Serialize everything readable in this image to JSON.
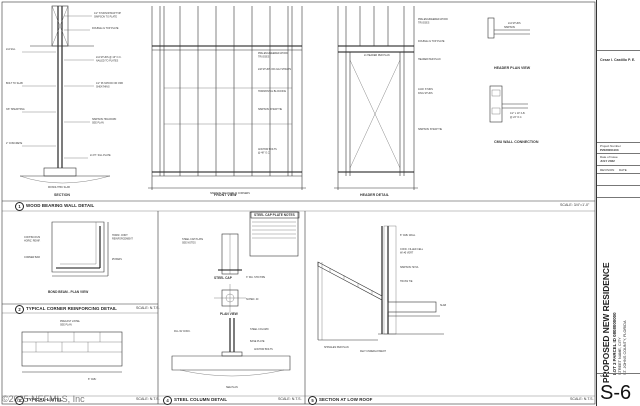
{
  "details": [
    {
      "num": "1",
      "title": "WOOD BEARING WALL DETAIL",
      "scale": "SCALE: 3/4\"=1'-0\""
    },
    {
      "num": "2",
      "title": "TYPICAL CORNER REINFORCING DETAIL",
      "scale": "SCALE: N.T.S."
    },
    {
      "num": "3",
      "title": "TYPICAL LINTEL",
      "scale": "SCALE: N.T.S."
    },
    {
      "num": "4",
      "title": "STEEL COLUMN DETAIL",
      "scale": "SCALE: N.T.S."
    },
    {
      "num": "5",
      "title": "SECTION AT LOW ROOF",
      "scale": "SCALE: N.T.S."
    }
  ],
  "view_labels": {
    "section": "SECTION",
    "front_view": "FRONT VIEW",
    "header_detail": "HEADER DETAIL",
    "header_plan_view": "HEADER PLAN VIEW",
    "cmu_wall_connection": "CMU WALL CONNECTION",
    "bond_beam_plan_view": "BOND BEAM - PLAN VIEW",
    "steel_cap": "STEEL CAP",
    "plan_view": "PLAN VIEW",
    "steel_cap_notes": "STEEL CAP PLATE NOTES"
  },
  "title_block": {
    "engineer": "Cesar I. Castillo P. E.",
    "project_number_label": "Project Number",
    "project_number": "P2020001103",
    "date_label": "Date of Issue",
    "date": "JULY 2022",
    "revision_label": "REVISION",
    "revision_date_label": "DATE",
    "project_title": "PROPOSED NEW RESIDENCE",
    "project_sub1": "LOT 3 PARCEL ID 0808000000",
    "project_sub2": "STREET NAME, CITY",
    "project_sub3": "ST. JOHNS COUNTY, FLORIDA",
    "sheet_label": "Sheet",
    "sheet_number": "S-6"
  },
  "watermark": "©2025 NEFMLS, Inc"
}
